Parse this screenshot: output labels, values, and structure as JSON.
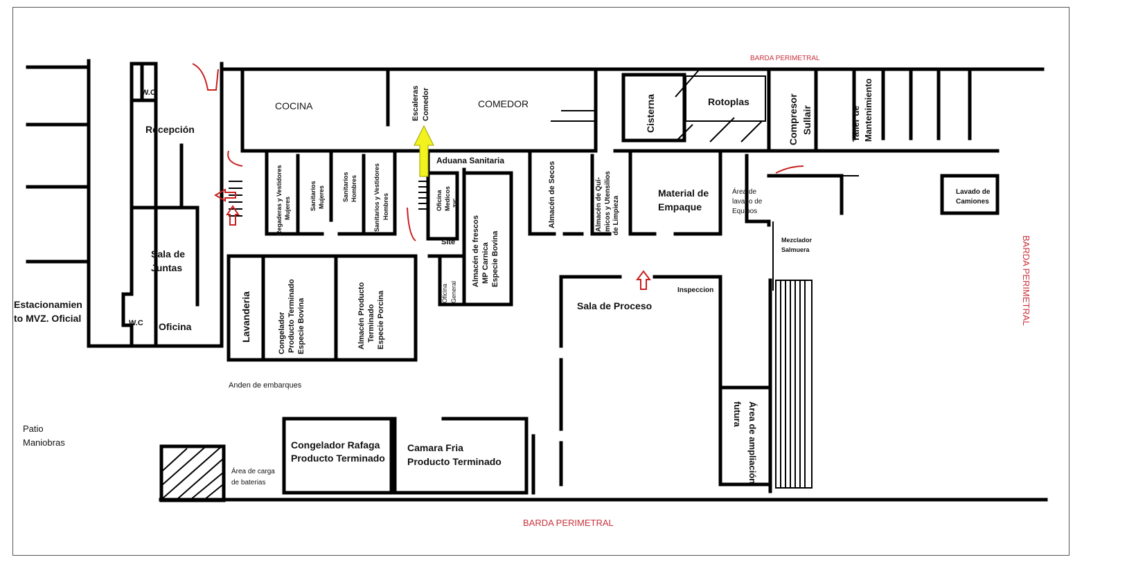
{
  "title": "PLANO PRIMERA EXPANSIÓN (sin título visible completo)",
  "labels": {
    "wc_top": "W.C",
    "recepcion": "Recepción",
    "sala_juntas_1": "Sala de",
    "sala_juntas_2": "Juntas",
    "estacionamiento_1": "Estacionamien",
    "estacionamiento_2": "to MVZ. Oficial",
    "wc_bottom": "W.C",
    "oficina": "Oficina",
    "cocina": "COCINA",
    "escaleras_1": "Escaleras",
    "escaleras_2": "Comedor",
    "comedor": "COMEDOR",
    "cisterna": "Cisterna",
    "rotoplas": "Rotoplas",
    "compresor_1": "Compresor",
    "compresor_2": "Sullair",
    "taller_1": "Taller de",
    "taller_2": "Mantenimiento",
    "barda_top": "BARDA PERIMETRAL",
    "barda_right": "BARDA PERIMETRAL",
    "barda_bottom": "BARDA PERIMETRAL",
    "aduana": "Aduana Sanitaria",
    "regaderas_1": "Regaderas y Vestidores",
    "regaderas_2": "Mujeres",
    "sanitarios_m_1": "Sanitarios",
    "sanitarios_m_2": "Mujeres",
    "sanitarios_h_1": "Sanitarios",
    "sanitarios_h_2": "Hombres",
    "sanitarios_vh_1": "Sanitarios y Vestidores",
    "sanitarios_vh_2": "Hombres",
    "oficina_medicos_1": "Oficina",
    "oficina_medicos_2": "Medicos",
    "oficina_medicos_3": "TIF",
    "site": "Site",
    "almacen_frescos_1": "Almacén de frescos",
    "almacen_frescos_2": "MP Carnica",
    "almacen_frescos_3": "Especie Bovina",
    "oficina_general_1": "Oficina",
    "oficina_general_2": "General",
    "almacen_secos": "Almacén de Secos",
    "almacen_quimicos_1": "Almacén de Quí-",
    "almacen_quimicos_2": "micos y Utensilios",
    "almacen_quimicos_3": "de Limpieza",
    "material_1": "Material de",
    "material_2": "Empaque",
    "area_lavado_1": "Área de",
    "area_lavado_2": "lavado de",
    "area_lavado_3": "Equipos",
    "lavado_camiones_1": "Lavado de",
    "lavado_camiones_2": "Camiones",
    "mezclador_1": "Mezclador",
    "mezclador_2": "Salmuera",
    "lavanderia": "Lavanderia",
    "congelador_pt_1": "Congelador",
    "congelador_pt_2": "Producto Terminado",
    "congelador_pt_3": "Especie Bovina",
    "almacen_pt_1": "Almacén Producto",
    "almacen_pt_2": "Terminado",
    "almacen_pt_3": "Especie Porcina",
    "sala_proceso": "Sala de Proceso",
    "inspeccion": "Inspeccion",
    "anden": "Anden de embarques",
    "patio_1": "Patio",
    "patio_2": "Maniobras",
    "area_carga_1": "Área de carga",
    "area_carga_2": "de baterias",
    "congelador_rafaga_1": "Congelador Rafaga",
    "congelador_rafaga_2": "Producto Terminado",
    "camara_fria_1": "Camara Fria",
    "camara_fria_2": "Producto Terminado",
    "ampliacion_1": "Área de ampliación",
    "ampliacion_2": "futura"
  },
  "colors": {
    "title": "#a8c83a",
    "barda": "#c8323c",
    "door": "#c81e1e",
    "arrow_yellow": "#f2f21e"
  }
}
